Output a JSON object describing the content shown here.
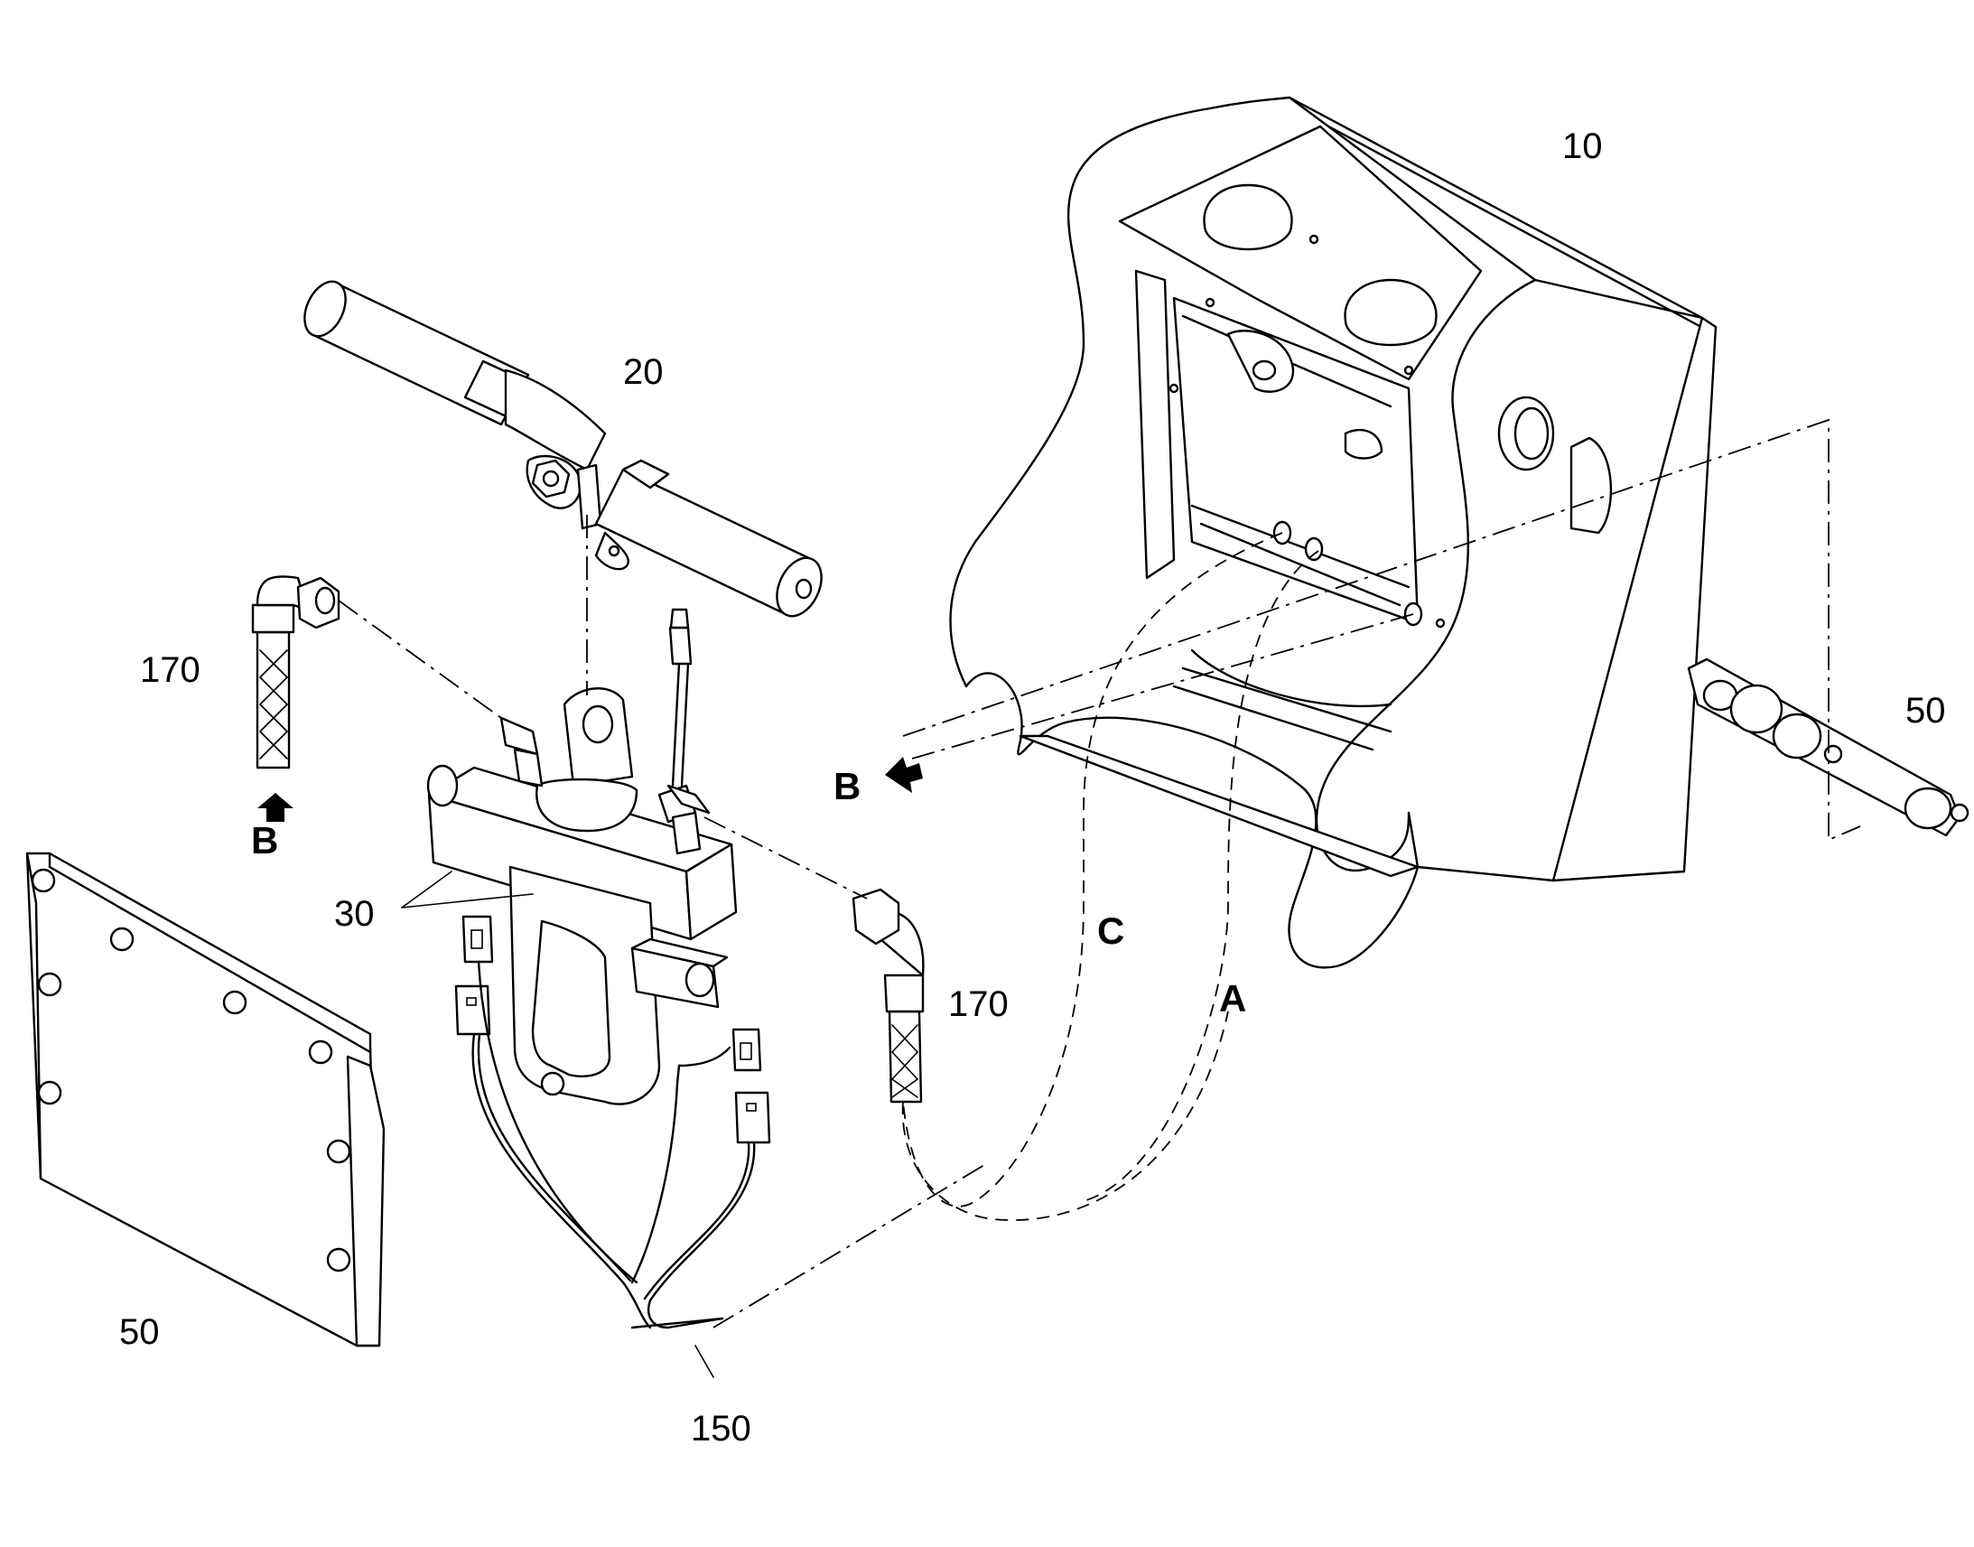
{
  "labels": {
    "frame": "10",
    "cylinder": "20",
    "valve_block": "30",
    "plate_left": "50",
    "plate_right": "50",
    "harness": "150",
    "hose_left": "170",
    "hose_right": "170",
    "conn_a": "A",
    "conn_b_top": "B",
    "conn_b_left": "B",
    "conn_c": "C"
  }
}
